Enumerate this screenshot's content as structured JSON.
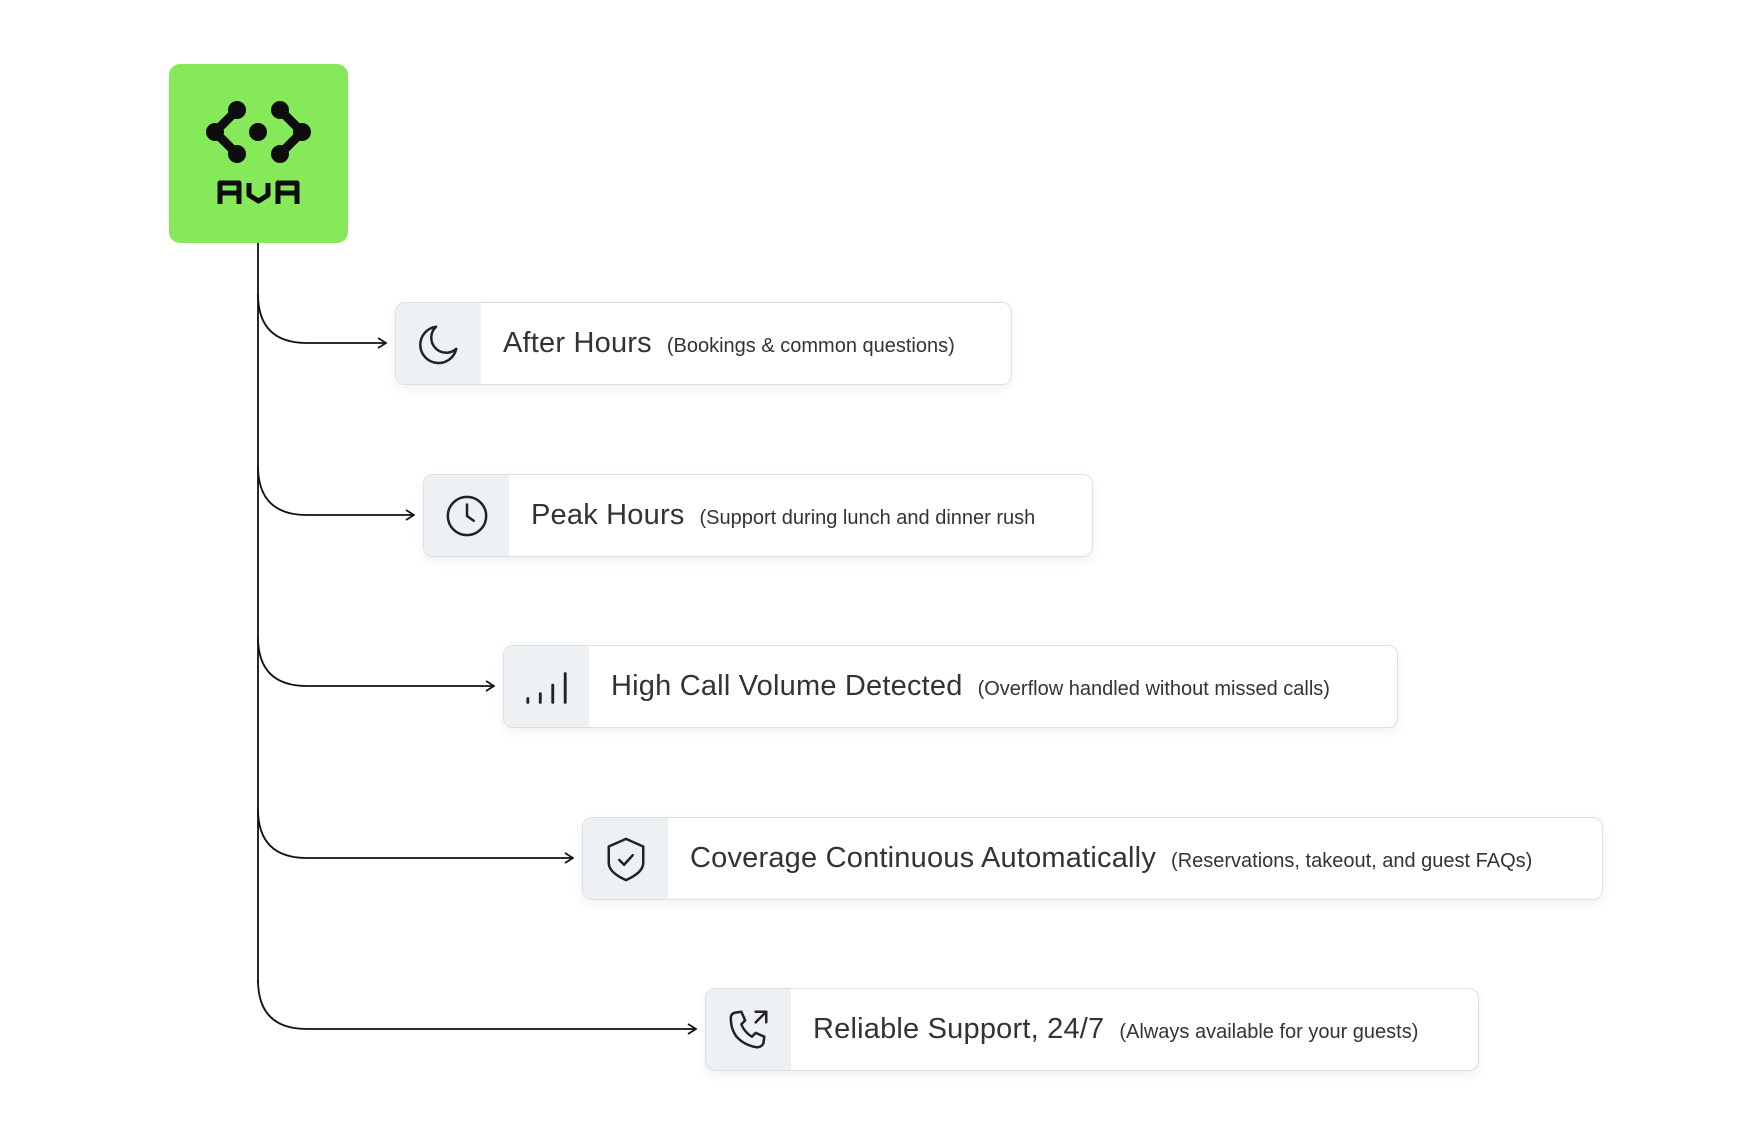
{
  "logo": {
    "wordmark": "AVA",
    "color": "#86e95a",
    "icon": "ava-logo-icon"
  },
  "items": [
    {
      "icon": "moon-icon",
      "title": "After Hours",
      "note": "(Bookings & common questions)"
    },
    {
      "icon": "clock-icon",
      "title": "Peak Hours",
      "note": "(Support during lunch and dinner rush"
    },
    {
      "icon": "signal-bars-icon",
      "title": "High Call Volume Detected",
      "note": "(Overflow handled without missed calls)"
    },
    {
      "icon": "shield-check-icon",
      "title": "Coverage Continuous Automatically",
      "note": "(Reservations, takeout, and guest FAQs)"
    },
    {
      "icon": "phone-call-icon",
      "title": "Reliable Support, 24/7",
      "note": "(Always available for your guests)"
    }
  ]
}
